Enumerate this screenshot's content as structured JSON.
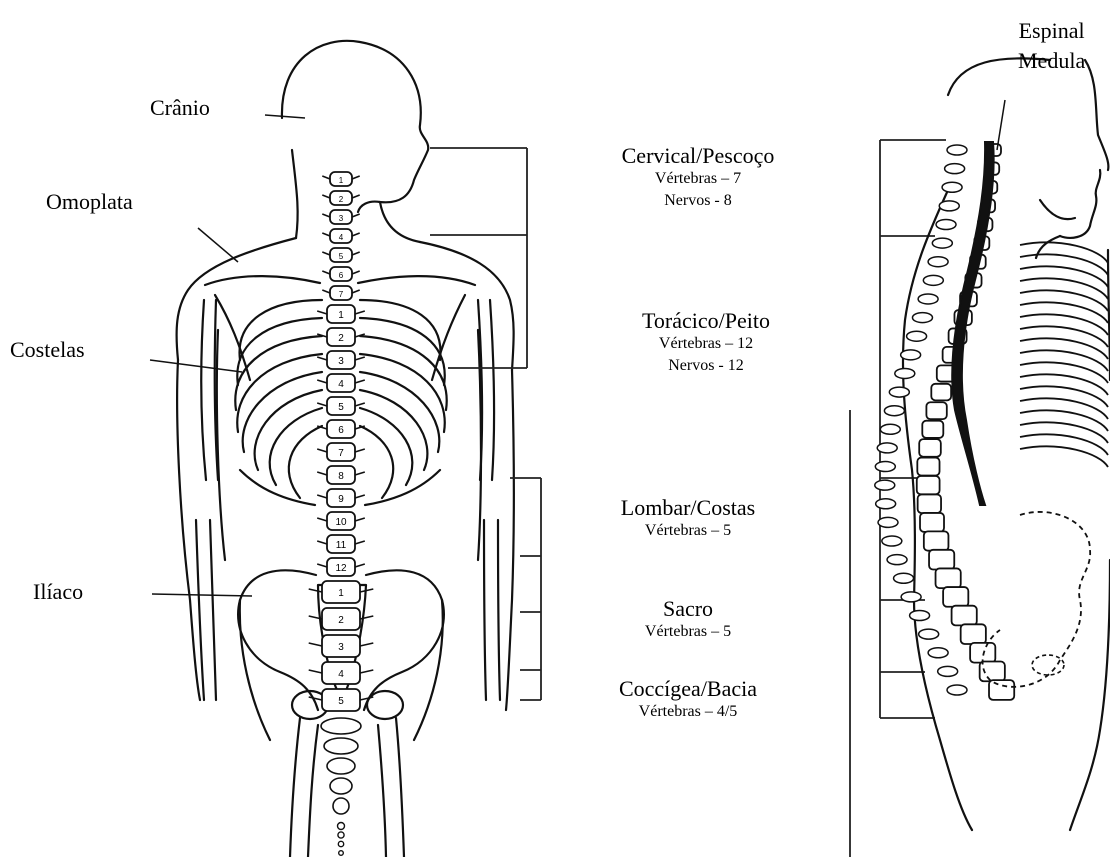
{
  "front_labels": {
    "cranio": "Crânio",
    "omoplata": "Omoplata",
    "costelas": "Costelas",
    "iliaco": "Ilíaco"
  },
  "side_label": {
    "line1": "Espinal",
    "line2": "Medula"
  },
  "regions": [
    {
      "name": "Cervical/Pescoço",
      "details": [
        "Vértebras – 7",
        "Nervos - 8"
      ]
    },
    {
      "name": "Torácico/Peito",
      "details": [
        "Vértebras – 12",
        "Nervos - 12"
      ]
    },
    {
      "name": "Lombar/Costas",
      "details": [
        "Vértebras – 5"
      ]
    },
    {
      "name": "Sacro",
      "details": [
        "Vértebras – 5"
      ]
    },
    {
      "name": "Coccígea/Bacia",
      "details": [
        "Vértebras – 4/5"
      ]
    }
  ],
  "vertebra_numbers": {
    "cervical": [
      "1",
      "2",
      "3",
      "4",
      "5",
      "6",
      "7"
    ],
    "thoracic": [
      "1",
      "2",
      "3",
      "4",
      "5",
      "6",
      "7",
      "8",
      "9",
      "10",
      "11",
      "12"
    ],
    "lumbar": [
      "1",
      "2",
      "3",
      "4",
      "5"
    ]
  }
}
